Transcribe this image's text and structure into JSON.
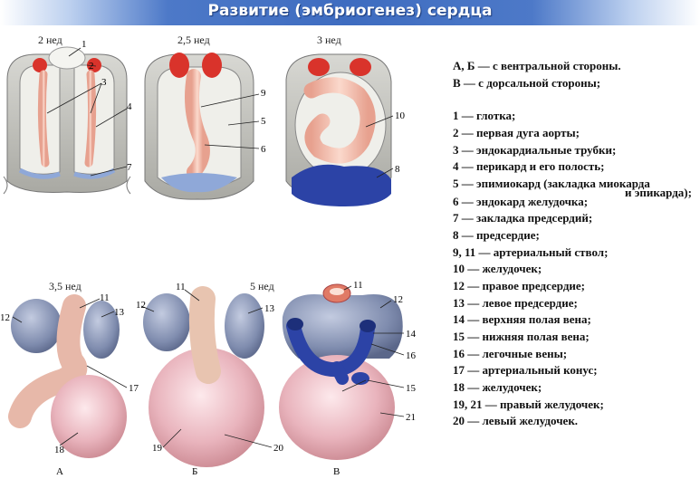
{
  "title": "Развитие (эмбриогенез) сердца",
  "colors": {
    "title_bar": "#3e6cc0",
    "aortic_arch": "#d9332b",
    "endocardial": "#f1b7a6",
    "pericardium": "#c2c2bd",
    "atria": "#8b98b8",
    "veins": "#2c43a6",
    "ventricles": "#e8b8c0"
  },
  "stages": {
    "s1": "2 нед",
    "s2": "2,5 нед",
    "s3": "3 нед",
    "s4": "3,5 нед",
    "s5": "5 нед"
  },
  "views": {
    "a": "А",
    "b": "Б",
    "v": "В"
  },
  "numbers": {
    "n1": "1",
    "n2": "2",
    "n3": "3",
    "n4": "4",
    "n5": "5",
    "n6": "6",
    "n7": "7",
    "n8": "8",
    "n9": "9",
    "n10": "10",
    "n11": "11",
    "n12": "12",
    "n13": "13",
    "n14": "14",
    "n15": "15",
    "n16": "16",
    "n17": "17",
    "n18": "18",
    "n19": "19",
    "n20": "20",
    "n21": "21"
  },
  "legend": {
    "views_ventral": "А, Б — с вентральной стороны.",
    "views_dorsal": "В — с дорсальной стороны;",
    "items": [
      "1 — глотка;",
      "2 — первая дуга аорты;",
      "3 — эндокардиальные трубки;",
      "4 — перикард и его полость;",
      "5 — эпимиокард (закладка миокарда",
      "и эпикарда);",
      "6 — эндокард желудочка;",
      "7 — закладка предсердий;",
      "8 — предсердие;",
      "9, 11 — артериальный ствол;",
      "10 — желудочек;",
      "12 — правое предсердие;",
      "13 — левое предсердие;",
      "14 — верхняя полая вена;",
      "15 — нижняя полая вена;",
      "16 — легочные вены;",
      "17 — артериальный конус;",
      "18 — желудочек;",
      "19, 21 — правый желудочек;",
      "20 — левый желудочек."
    ]
  }
}
